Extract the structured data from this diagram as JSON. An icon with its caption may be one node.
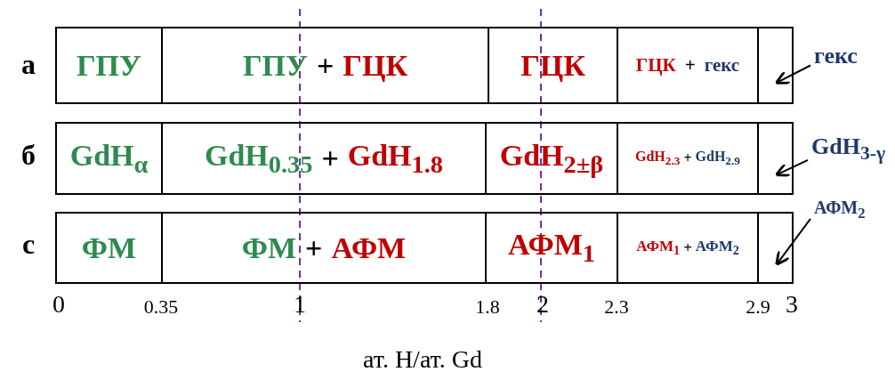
{
  "diagram": {
    "nodes": [
      {
        "text": [
          "ГПУ"
        ]
      },
      {
        "text": [
          "ГПУ",
          "+",
          "ГЦК"
        ]
      },
      {
        "text": [
          "ГЦК"
        ]
      },
      {
        "text": [
          "ГЦК",
          "+",
          "гекс"
        ]
      },
      {
        "text": [],
        "shape": "box"
      },
      {
        "text": [
          "гекс"
        ]
      },
      {
        "text": [
          "GdH$_{α}$"
        ]
      },
      {
        "text": [
          "GdH$_{0.35}$",
          "+",
          "GdH$_{1.8}$"
        ]
      },
      {
        "text": [
          "GdH$_{2±β}$"
        ]
      },
      {
        "text": [
          "GdH$_{2.3}$",
          "+",
          "GdH$_{2.9}$"
        ]
      },
      {
        "text": [],
        "shape": "box"
      },
      {
        "text": [
          "GdH$_{3-γ}$"
        ]
      },
      {
        "text": [
          "ФМ"
        ]
      },
      {
        "text": [
          "ФМ",
          "+",
          "АФМ"
        ]
      },
      {
        "text": [
          "АФМ$_{1}$"
        ]
      },
      {
        "text": [
          "АФМ$_{1}$",
          "+",
          "АФМ$_{2}$"
        ]
      },
      {
        "text": [],
        "shape": "box"
      },
      {
        "text": [
          "АФМ$_{2}$"
        ]
      }
    ],
    "edges": [
      {
        "from": 5,
        "to": 4,
        "arrow": "to"
      },
      {
        "from": 11,
        "to": 10,
        "arrow": "to"
      },
      {
        "from": 17,
        "to": 16,
        "arrow": "to"
      }
    ],
    "labels": [
      "а",
      "б",
      "с",
      "0",
      "0.35",
      "1",
      "1.8",
      "2",
      "2.3",
      "2.9",
      "3",
      "ат. H/ат. Gd"
    ]
  }
}
